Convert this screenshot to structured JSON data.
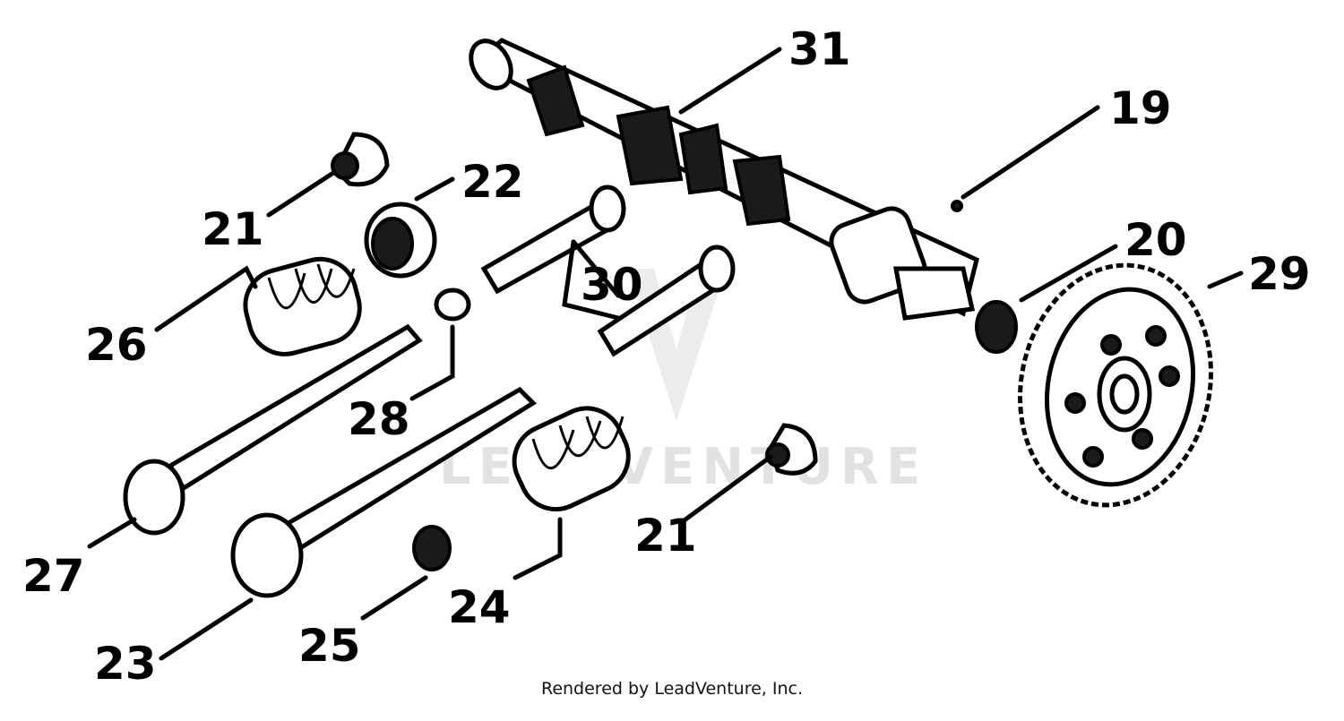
{
  "callouts": {
    "c31": "31",
    "c19": "19",
    "c20": "20",
    "c29": "29",
    "c22": "22",
    "c21a": "21",
    "c21b": "21",
    "c26": "26",
    "c30": "30",
    "c28": "28",
    "c27": "27",
    "c23": "23",
    "c25": "25",
    "c24": "24"
  },
  "watermark": "LEADVENTURE",
  "credit": "Rendered by LeadVenture, Inc.",
  "colors": {
    "ink": "#000000",
    "paper": "#ffffff",
    "watermark": "#e2e2e2"
  }
}
